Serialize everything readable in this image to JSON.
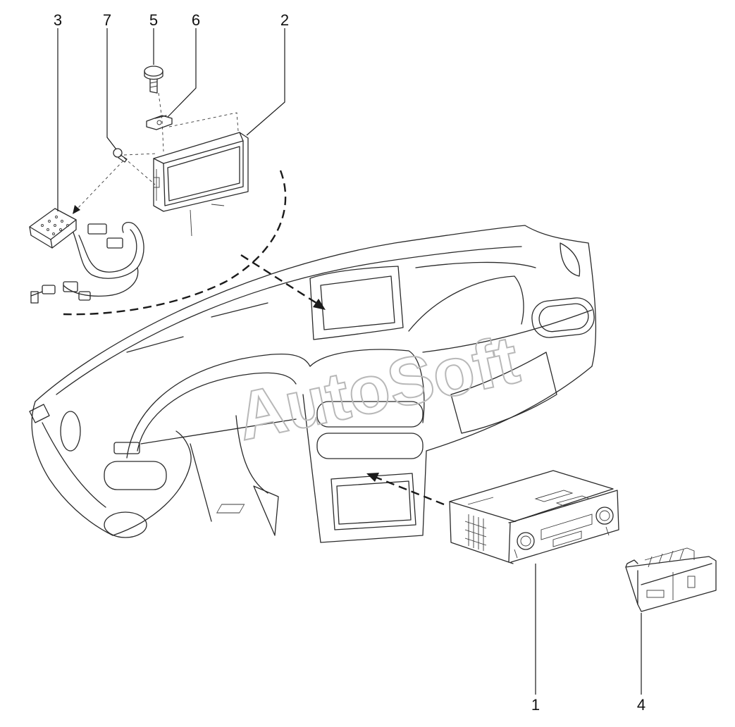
{
  "callouts": {
    "c1": "1",
    "c2": "2",
    "c3": "3",
    "c4": "4",
    "c5": "5",
    "c6": "6",
    "c7": "7"
  },
  "watermark": "AutoSoft",
  "colors": {
    "line": "#2a2a2a",
    "watermark": "#b8b8b8",
    "background": "#ffffff"
  }
}
